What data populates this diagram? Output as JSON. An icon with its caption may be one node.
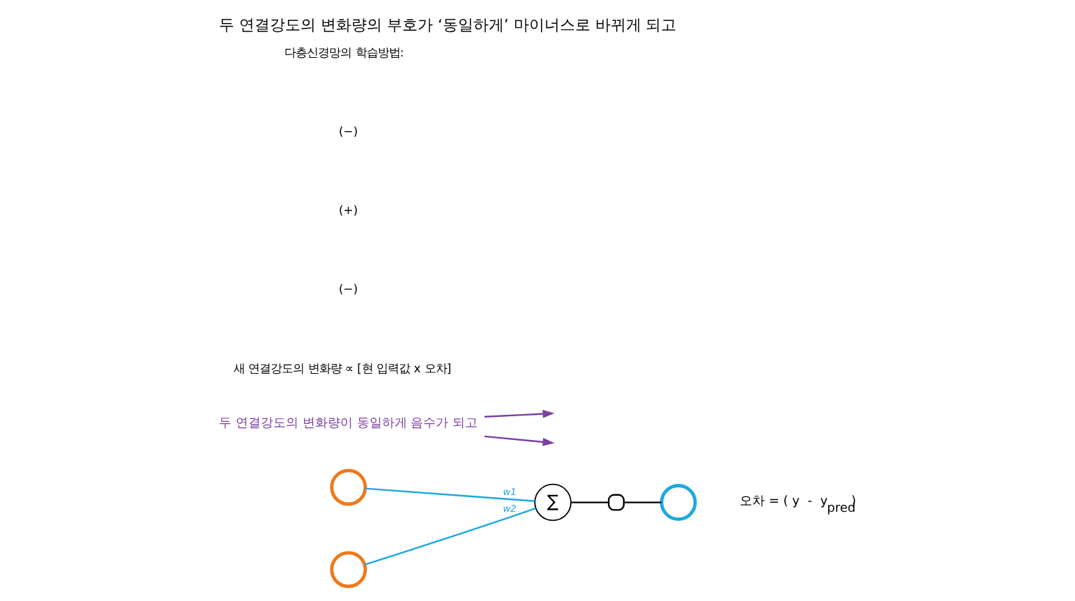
{
  "diagram": {
    "title": "두 연결강도의 변화량의 부호가 ‘동일하게’ 마이너스로 바뀌게 되고",
    "nodes": [
      {
        "text": [],
        "shape": "circle"
      },
      {
        "text": [],
        "shape": "circle"
      },
      {
        "text": [
          "∑"
        ]
      },
      {
        "text": [],
        "shape": "box"
      },
      {
        "text": [],
        "shape": "circle",
        "beside": [
          "오차 = ( y  -  y$_{pred}$)"
        ]
      },
      {
        "text": [
          "두 연결강도의 변화량이 동일하게 음수가 되고"
        ]
      }
    ],
    "edges": [
      {
        "from": 0,
        "to": 2,
        "arrow": "none",
        "label": "w1",
        "color": "#1ea8e0"
      },
      {
        "from": 1,
        "to": 2,
        "arrow": "none",
        "label": "w2",
        "color": "#1ea8e0"
      },
      {
        "from": 2,
        "to": 3,
        "arrow": "none",
        "color": "#000000"
      },
      {
        "from": 3,
        "to": 4,
        "arrow": "none",
        "color": "#000000"
      },
      {
        "from": 5,
        "to": null,
        "arrow": "to",
        "color": "#7b3fa0"
      },
      {
        "from": 5,
        "to": null,
        "arrow": "to",
        "color": "#7b3fa0"
      }
    ],
    "labels": [
      "다층신경망의 학습방법:",
      "(−)",
      "(+)",
      "(−)",
      "새 연결강도의 변화량 ∝ [현 입력값 x 오차]"
    ]
  }
}
